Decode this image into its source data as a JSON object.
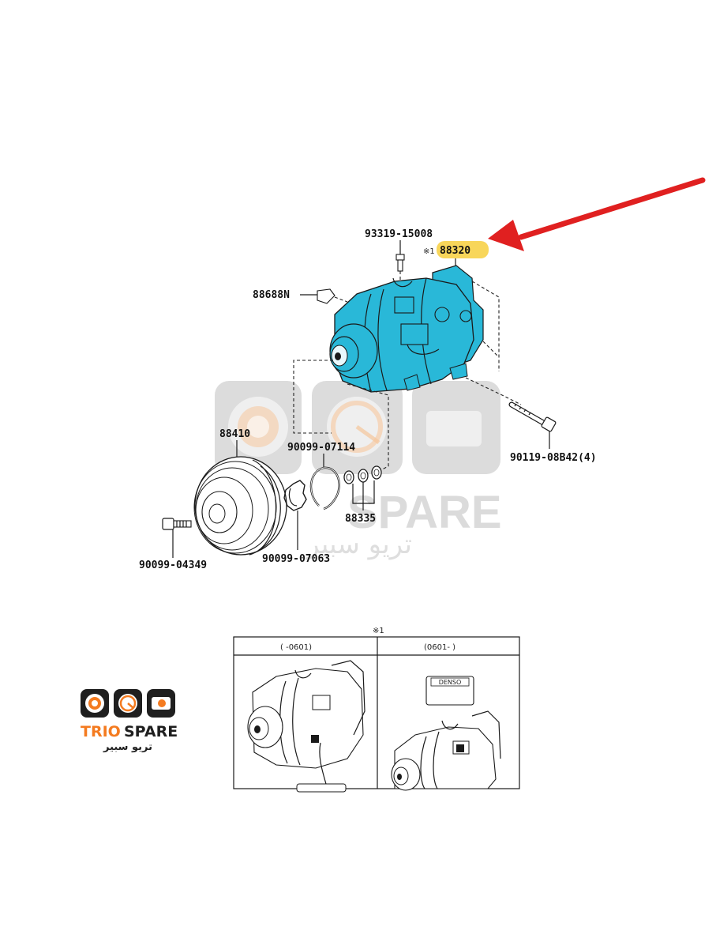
{
  "colors": {
    "highlight_part": "#29b8d8",
    "label_highlight": "#f8d65a",
    "arrow": "#e02020",
    "logo_dark": "#1f1f1f",
    "logo_orange": "#f47b20"
  },
  "parts": {
    "bolt_top": "93319-15008",
    "compressor_note": "※1",
    "compressor": "88320",
    "clip": "88688N",
    "pulley": "88410",
    "snap_ring_large": "90099-07114",
    "bolt_side": "90119-08B42(4)",
    "shims": "88335",
    "bolt_front": "90099-04349",
    "snap_ring_small": "90099-07063"
  },
  "watermark": {
    "text_latin": "SPARE",
    "text_arabic": "تريو سبير"
  },
  "inset_table": {
    "note": "※1",
    "col_left": "(      -0601)",
    "col_right": "(0601-      )",
    "maker_badge": "DENSO"
  },
  "logo": {
    "title_part1": "TRIO",
    "title_part2": "SPARE",
    "subtitle": "تريو سبير"
  }
}
